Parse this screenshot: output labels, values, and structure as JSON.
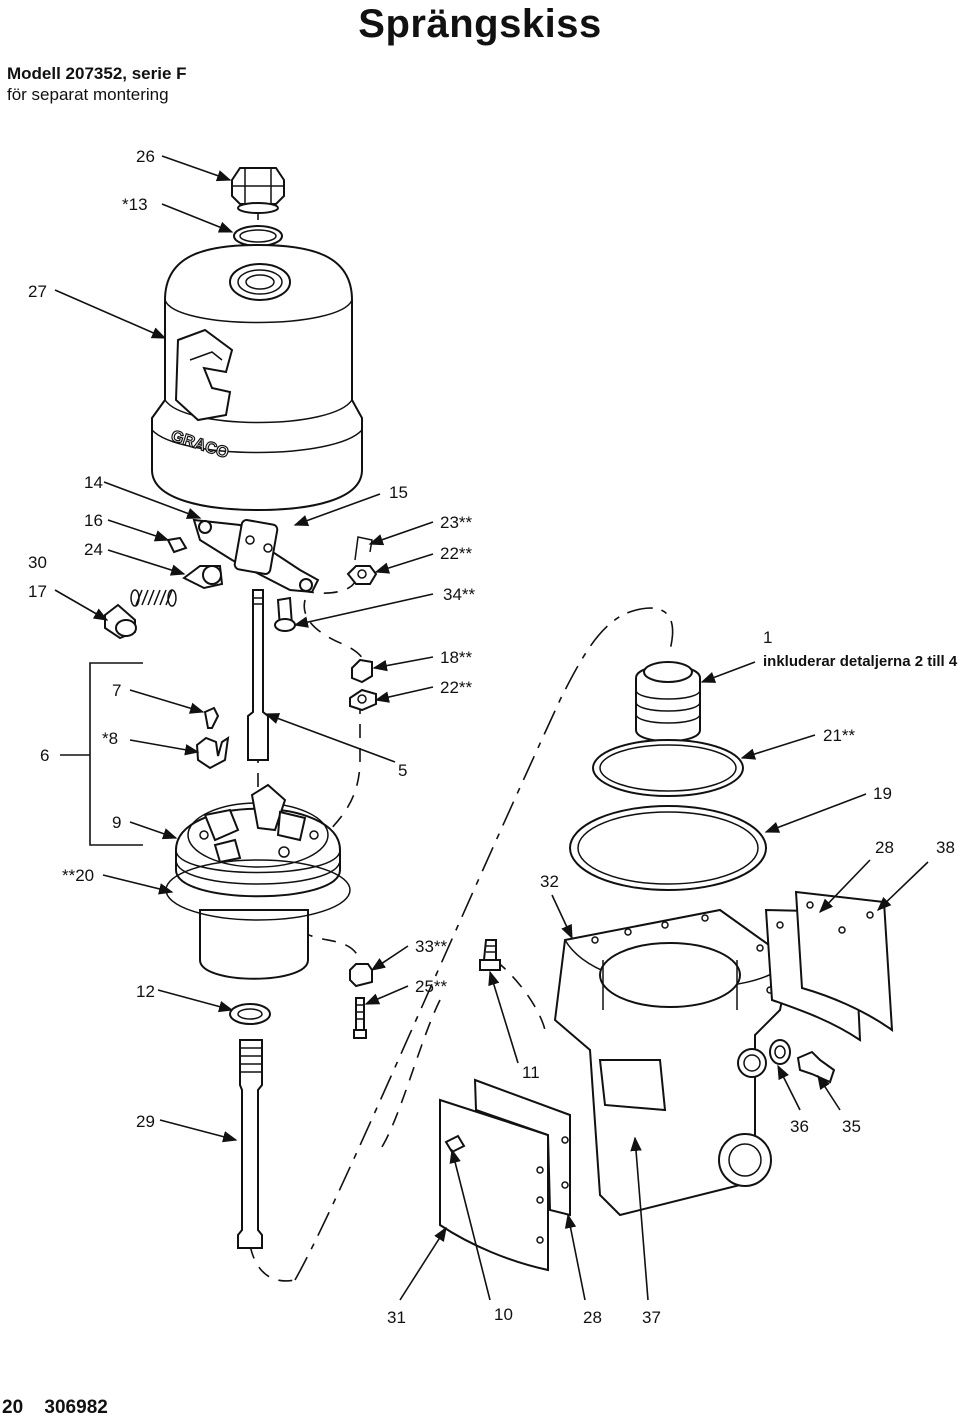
{
  "page": {
    "title": "Sprängskiss",
    "model_line1": "Modell 207352, serie F",
    "model_line2": "för separat montering",
    "page_number": "20",
    "doc_number": "306982"
  },
  "note": "inkluderar detaljerna 2 till 4",
  "callouts": {
    "c26": "26",
    "c13": "*13",
    "c27": "27",
    "c14": "14",
    "c15": "15",
    "c16": "16",
    "c23": "23**",
    "c30": "30",
    "c24": "24",
    "c22a": "22**",
    "c17": "17",
    "c34": "34**",
    "c1": "1",
    "c18": "18**",
    "c7": "7",
    "c22b": "22**",
    "c6": "6",
    "c8": "*8",
    "c21": "21**",
    "c5": "5",
    "c19": "19",
    "c9": "9",
    "c28a": "28",
    "c38": "38",
    "c20": "**20",
    "c32": "32",
    "c33": "33**",
    "c12": "12",
    "c25": "25**",
    "c11": "11",
    "c29": "29",
    "c36": "36",
    "c35": "35",
    "c31": "31",
    "c10": "10",
    "c28b": "28",
    "c37": "37"
  },
  "logo_text": "GRACO",
  "colors": {
    "ink": "#111111",
    "paper": "#ffffff"
  }
}
